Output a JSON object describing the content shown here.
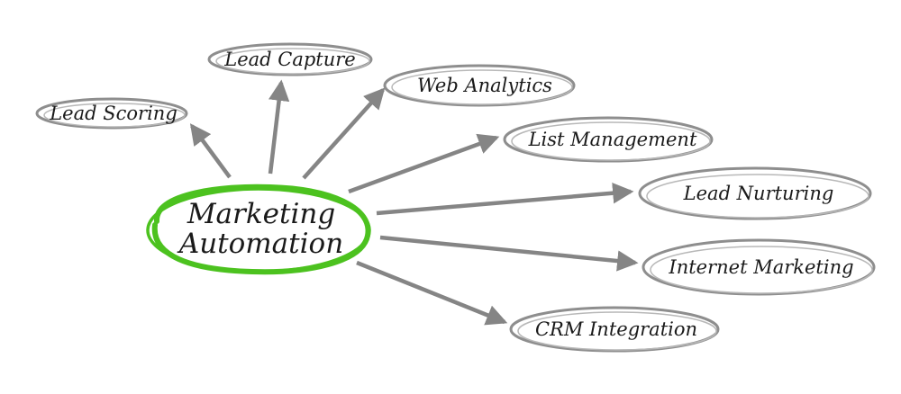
{
  "center": {
    "line1": "Marketing",
    "line2": "Automation"
  },
  "nodes": [
    {
      "id": "lead-scoring",
      "label": "Lead Scoring"
    },
    {
      "id": "lead-capture",
      "label": "Lead Capture"
    },
    {
      "id": "web-analytics",
      "label": "Web Analytics"
    },
    {
      "id": "list-management",
      "label": "List Management"
    },
    {
      "id": "lead-nurturing",
      "label": "Lead Nurturing"
    },
    {
      "id": "internet-marketing",
      "label": "Internet Marketing"
    },
    {
      "id": "crm-integration",
      "label": "CRM Integration"
    }
  ],
  "colors": {
    "center_ring": "#4cc21f",
    "node_ring": "#8e8e8e",
    "arrow": "#858585",
    "text": "#1a1a1a"
  }
}
